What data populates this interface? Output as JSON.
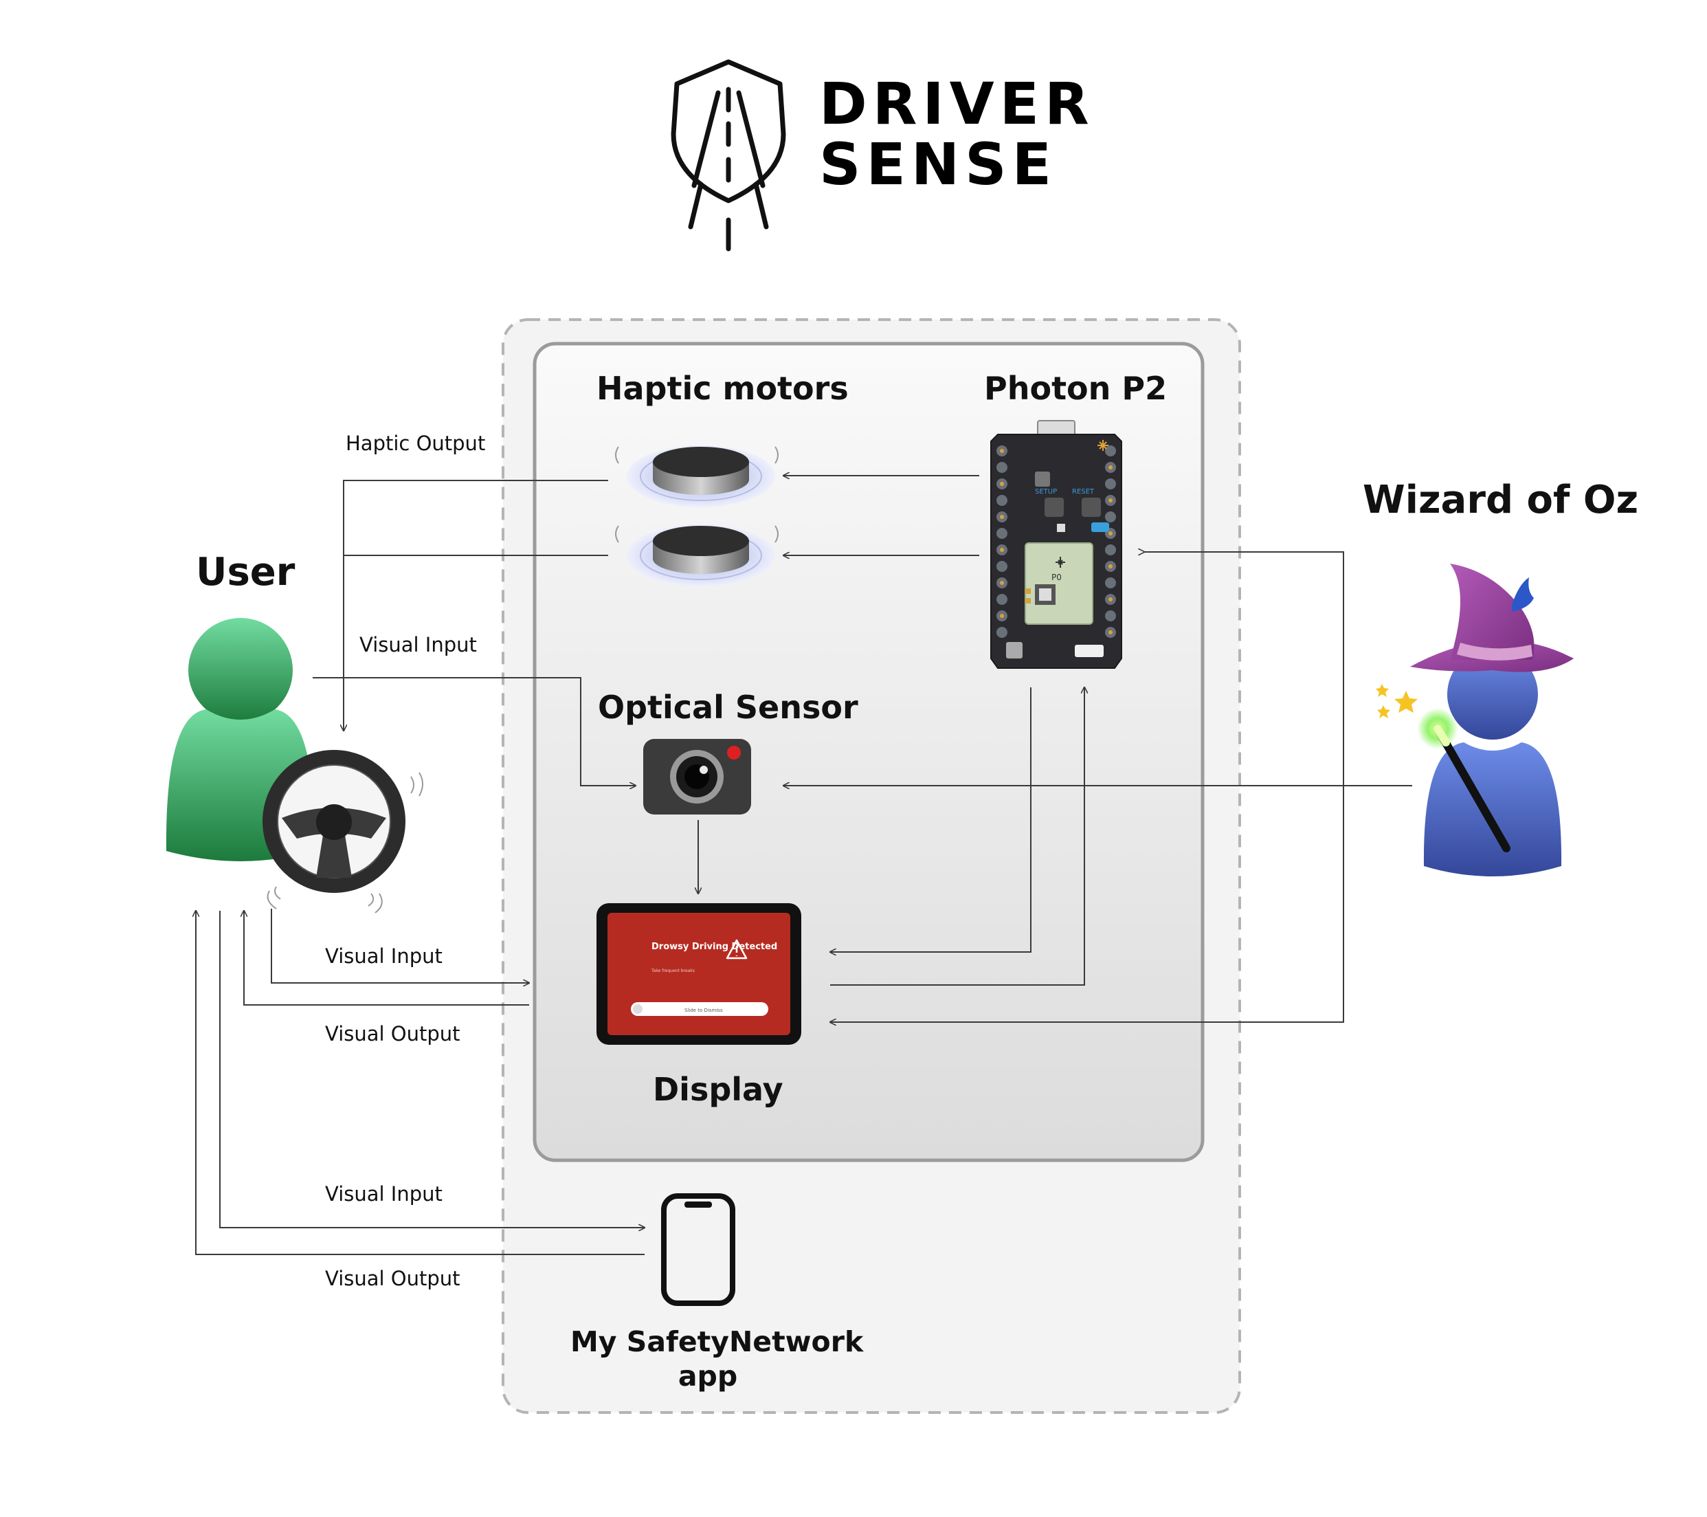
{
  "brand": {
    "line1": "DRIVER",
    "line2": "SENSE"
  },
  "actors": {
    "user": "User",
    "wizard": "Wizard of Oz"
  },
  "components": {
    "haptic": "Haptic motors",
    "photon": "Photon P2",
    "optical": "Optical Sensor",
    "display": "Display",
    "app_line1": "My SafetyNetwork",
    "app_line2": "app"
  },
  "edges": {
    "haptic_output": "Haptic Output",
    "visual_input_sensor": "Visual Input",
    "visual_input_display": "Visual Input",
    "visual_output_display": "Visual Output",
    "visual_input_app": "Visual Input",
    "visual_output_app": "Visual Output"
  },
  "screen": {
    "alert_title": "Drowsy Driving Detected",
    "alert_sub": "Take frequent breaks",
    "slide": "Slide to Dismiss"
  },
  "board": {
    "setup": "SETUP",
    "reset": "RESET",
    "chip": "P0"
  },
  "colors": {
    "user_green": "#3fa864",
    "wizard_blue": "#3d54a8",
    "wizard_hat": "#8a3c8c",
    "display_red": "#b62b21",
    "arrow": "#3a3a3a"
  }
}
